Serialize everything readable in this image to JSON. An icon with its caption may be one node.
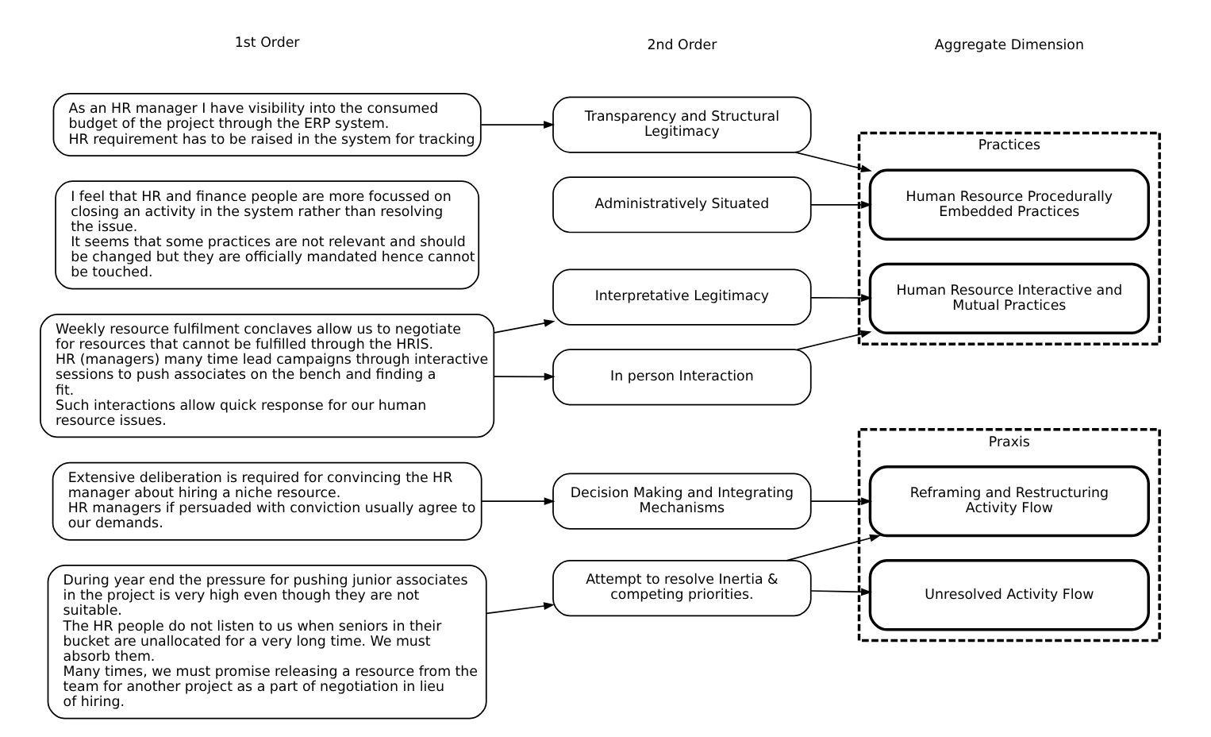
{
  "diagram": {
    "nodes": [
      {
        "text": [
          "As an HR manager I have visibility into the consumed budget of the project through the ERP system.",
          "HR requirement has to be raised in the system for tracking"
        ]
      },
      {
        "text": [
          "Transparency and Structural Legitimacy"
        ]
      },
      {
        "text": [
          "I feel that HR and finance people are more focussed on closing an activity in the system rather than resolving the issue.",
          "It seems that some practices are not relevant and should be changed but they are officially mandated hence cannot be touched."
        ]
      },
      {
        "text": [
          "Administratively Situated"
        ]
      },
      {
        "text": [
          "Practices"
        ]
      },
      {
        "text": [
          "Human Resource Procedurally Embedded Practices"
        ],
        "in": 4
      },
      {
        "text": [
          "Weekly resource fulfilment conclaves allow us to negotiate for resources that cannot be fulfilled through the HRIS.",
          "HR (managers) many time lead campaigns through interactive sessions to push associates on the bench and finding a fit.",
          "Such interactions allow quick response for our human resource issues."
        ]
      },
      {
        "text": [
          "Interpretative Legitimacy"
        ]
      },
      {
        "text": [
          "Human Resource Interactive and Mutual Practices"
        ],
        "in": 4
      },
      {
        "text": [
          "In person Interaction"
        ]
      },
      {
        "text": [
          "Extensive deliberation is required for convincing the HR manager about hiring a niche resource.",
          "HR managers if persuaded with conviction usually agree to our demands."
        ]
      },
      {
        "text": [
          "Decision Making and Integrating Mechanisms"
        ]
      },
      {
        "text": [
          "Praxis"
        ]
      },
      {
        "text": [
          "Reframing and Restructuring Activity Flow"
        ],
        "in": 12
      },
      {
        "text": [
          "During year end the pressure for pushing junior associates in the project is very high even though they are not suitable.",
          "The HR people do not listen to us when seniors in their bucket are unallocated for a very long time. We must absorb them.",
          "Many times, we must promise releasing a resource from the team for another project as a part of negotiation in lieu of hiring."
        ]
      },
      {
        "text": [
          "Attempt to resolve Inertia & competing priorities."
        ]
      },
      {
        "text": [
          "Unresolved Activity Flow"
        ],
        "in": 12
      }
    ],
    "edges": [
      {
        "from": 0,
        "to": 1,
        "arrow": "to"
      },
      {
        "from": 1,
        "to": 5,
        "arrow": "to"
      },
      {
        "from": 3,
        "to": 5,
        "arrow": "to"
      },
      {
        "from": 6,
        "to": 7,
        "arrow": "to"
      },
      {
        "from": 6,
        "to": 9,
        "arrow": "to"
      },
      {
        "from": 7,
        "to": 8,
        "arrow": "to"
      },
      {
        "from": 9,
        "to": 8,
        "arrow": "to"
      },
      {
        "from": 10,
        "to": 11,
        "arrow": "to"
      },
      {
        "from": 11,
        "to": 13,
        "arrow": "to"
      },
      {
        "from": 14,
        "to": 15,
        "arrow": "to"
      },
      {
        "from": 15,
        "to": 13,
        "arrow": "to"
      },
      {
        "from": 15,
        "to": 16,
        "arrow": "to"
      }
    ],
    "labels": [
      "1st Order",
      "2nd Order",
      "Aggregate Dimension"
    ]
  }
}
